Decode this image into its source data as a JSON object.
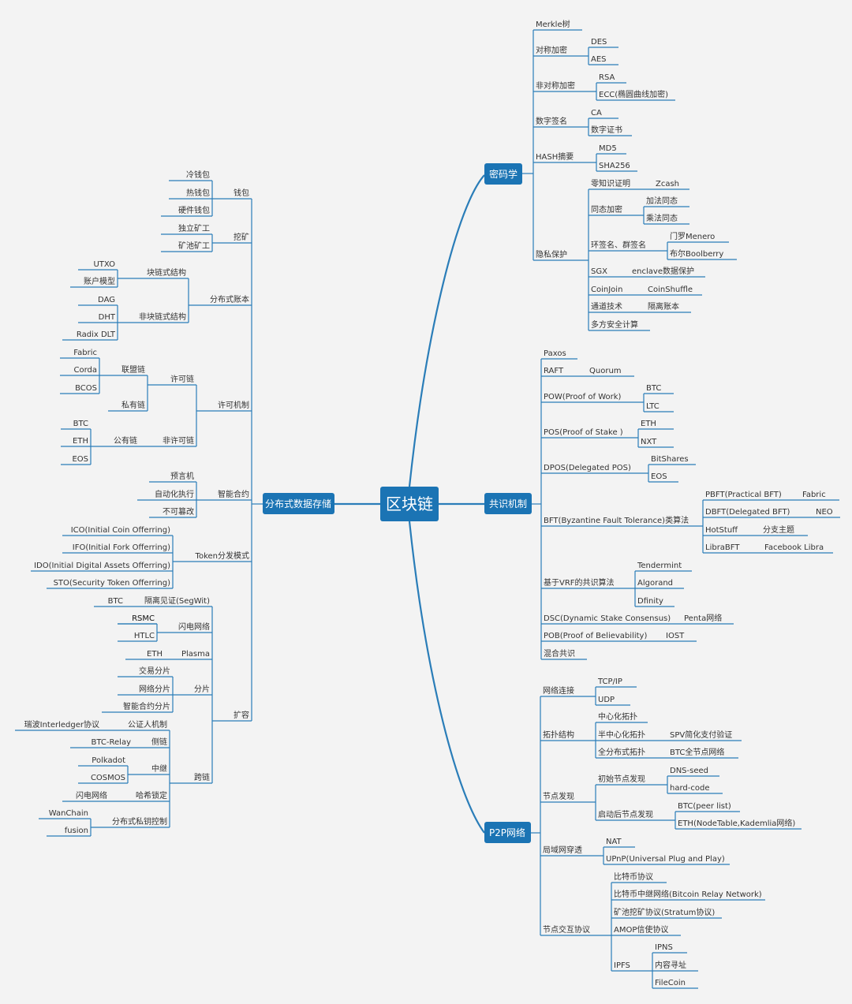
{
  "root": {
    "label": "区块链",
    "color": "#1b74b4"
  },
  "branch_color": "#1b74b4",
  "line_color": "#2a7db8",
  "main": [
    {
      "id": "crypto",
      "label": "密码学"
    },
    {
      "id": "consensus",
      "label": "共识机制"
    },
    {
      "id": "p2p",
      "label": "P2P网络"
    },
    {
      "id": "storage",
      "label": "分布式数据存储"
    }
  ],
  "crypto": [
    {
      "label": "Merkle树"
    },
    {
      "label": "对称加密",
      "children": [
        {
          "label": "DES"
        },
        {
          "label": "AES"
        }
      ]
    },
    {
      "label": "非对称加密",
      "children": [
        {
          "label": "RSA"
        },
        {
          "label": "ECC(椭圆曲线加密)"
        }
      ]
    },
    {
      "label": "数字签名",
      "children": [
        {
          "label": "CA"
        },
        {
          "label": "数字证书"
        }
      ]
    },
    {
      "label": "HASH摘要",
      "children": [
        {
          "label": "MD5"
        },
        {
          "label": "SHA256"
        }
      ]
    },
    {
      "label": "隐私保护",
      "children": [
        {
          "label": "零知识证明",
          "children": [
            {
              "label": "Zcash"
            }
          ]
        },
        {
          "label": "同态加密",
          "children": [
            {
              "label": "加法同态"
            },
            {
              "label": "乘法同态"
            }
          ]
        },
        {
          "label": "环签名、群签名",
          "children": [
            {
              "label": "门罗Menero"
            },
            {
              "label": "布尔Boolberry"
            }
          ]
        },
        {
          "label": "SGX",
          "children": [
            {
              "label": "enclave数据保护"
            }
          ]
        },
        {
          "label": "CoinJoin",
          "children": [
            {
              "label": "CoinShuffle"
            }
          ]
        },
        {
          "label": "通道技术",
          "children": [
            {
              "label": "隔离账本"
            }
          ]
        },
        {
          "label": "多方安全计算"
        }
      ]
    }
  ],
  "consensus": [
    {
      "label": "Paxos"
    },
    {
      "label": "RAFT",
      "children": [
        {
          "label": "Quorum"
        }
      ]
    },
    {
      "label": "POW(Proof of Work)",
      "children": [
        {
          "label": "BTC"
        },
        {
          "label": "LTC"
        }
      ]
    },
    {
      "label": "POS(Proof of Stake )",
      "children": [
        {
          "label": "ETH"
        },
        {
          "label": "NXT"
        }
      ]
    },
    {
      "label": "DPOS(Delegated POS)",
      "children": [
        {
          "label": "BitShares"
        },
        {
          "label": "EOS"
        }
      ]
    },
    {
      "label": "BFT(Byzantine Fault Tolerance)类算法",
      "children": [
        {
          "label": "PBFT(Practical BFT)",
          "children": [
            {
              "label": "Fabric"
            }
          ]
        },
        {
          "label": "DBFT(Delegated BFT)",
          "children": [
            {
              "label": "NEO"
            }
          ]
        },
        {
          "label": "HotStuff",
          "children": [
            {
              "label": "分支主题"
            }
          ]
        },
        {
          "label": "LibraBFT",
          "children": [
            {
              "label": "Facebook Libra"
            }
          ]
        }
      ]
    },
    {
      "label": "基于VRF的共识算法",
      "children": [
        {
          "label": "Tendermint"
        },
        {
          "label": "Algorand"
        },
        {
          "label": "Dfinity"
        }
      ]
    },
    {
      "label": "DSC(Dynamic Stake Consensus)",
      "children": [
        {
          "label": "Penta网络"
        }
      ]
    },
    {
      "label": "POB(Proof of Believability)",
      "children": [
        {
          "label": "IOST"
        }
      ]
    },
    {
      "label": "混合共识"
    }
  ],
  "p2p": [
    {
      "label": "网络连接",
      "children": [
        {
          "label": "TCP/IP"
        },
        {
          "label": "UDP"
        }
      ]
    },
    {
      "label": "拓扑结构",
      "children": [
        {
          "label": "中心化拓扑"
        },
        {
          "label": "半中心化拓扑",
          "children": [
            {
              "label": "SPV简化支付验证"
            }
          ]
        },
        {
          "label": "全分布式拓扑",
          "children": [
            {
              "label": "BTC全节点网络"
            }
          ]
        }
      ]
    },
    {
      "label": "节点发现",
      "children": [
        {
          "label": "初始节点发现",
          "children": [
            {
              "label": "DNS-seed"
            },
            {
              "label": "hard-code"
            }
          ]
        },
        {
          "label": "启动后节点发现",
          "children": [
            {
              "label": "BTC(peer list)"
            },
            {
              "label": "ETH(NodeTable,Kademlia网络)"
            }
          ]
        }
      ]
    },
    {
      "label": "局域网穿透",
      "children": [
        {
          "label": "NAT"
        },
        {
          "label": "UPnP(Universal Plug and Play)"
        }
      ]
    },
    {
      "label": "节点交互协议",
      "children": [
        {
          "label": "比特币协议"
        },
        {
          "label": "比特币中继网络(Bitcoin Relay Network)"
        },
        {
          "label": "矿池挖矿协议(Stratum协议)"
        },
        {
          "label": "AMOP信使协议"
        },
        {
          "label": "IPFS",
          "children": [
            {
              "label": "IPNS"
            },
            {
              "label": "内容寻址"
            },
            {
              "label": "FileCoin"
            }
          ]
        }
      ]
    }
  ],
  "storage": [
    {
      "label": "钱包",
      "children": [
        {
          "label": "冷钱包"
        },
        {
          "label": "热钱包"
        },
        {
          "label": "硬件钱包"
        }
      ]
    },
    {
      "label": "挖矿",
      "children": [
        {
          "label": "独立矿工"
        },
        {
          "label": "矿池矿工"
        }
      ]
    },
    {
      "label": "分布式账本",
      "children": [
        {
          "label": "块链式结构",
          "children": [
            {
              "label": "UTXO"
            },
            {
              "label": "账户模型"
            }
          ]
        },
        {
          "label": "非块链式结构",
          "children": [
            {
              "label": "DAG"
            },
            {
              "label": "DHT"
            },
            {
              "label": "Radix DLT"
            }
          ]
        }
      ]
    },
    {
      "label": "许可机制",
      "children": [
        {
          "label": "许可链",
          "children": [
            {
              "label": "联盟链",
              "children": [
                {
                  "label": "Fabric"
                },
                {
                  "label": "Corda"
                },
                {
                  "label": "BCOS"
                }
              ]
            },
            {
              "label": "私有链"
            }
          ]
        },
        {
          "label": "非许可链",
          "children": [
            {
              "label": "公有链",
              "children": [
                {
                  "label": "BTC"
                },
                {
                  "label": "ETH"
                },
                {
                  "label": "EOS"
                }
              ]
            }
          ]
        }
      ]
    },
    {
      "label": "智能合约",
      "children": [
        {
          "label": "预言机"
        },
        {
          "label": "自动化执行"
        },
        {
          "label": "不可篡改"
        }
      ]
    },
    {
      "label": "Token分发模式",
      "children": [
        {
          "label": "ICO(Initial Coin Offerring)"
        },
        {
          "label": "IFO(Initial Fork Offerring)"
        },
        {
          "label": "IDO(Initial Digital Assets Offerring)"
        },
        {
          "label": "STO(Security Token Offerring)"
        }
      ]
    },
    {
      "label": "扩容",
      "children": [
        {
          "label": "隔离见证(SegWit)",
          "children": [
            {
              "label": "BTC"
            }
          ]
        },
        {
          "label": "闪电网络",
          "children": [
            {
              "label": "RSMC"
            },
            {
              "label": "HTLC"
            }
          ]
        },
        {
          "label": "Plasma",
          "children": [
            {
              "label": "ETH"
            }
          ]
        },
        {
          "label": "分片",
          "children": [
            {
              "label": "交易分片"
            },
            {
              "label": "网络分片"
            },
            {
              "label": "智能合约分片"
            }
          ]
        },
        {
          "label": "跨链",
          "children": [
            {
              "label": "公证人机制",
              "children": [
                {
                  "label": "瑞波Interledger协议"
                }
              ]
            },
            {
              "label": "侧链",
              "children": [
                {
                  "label": "BTC-Relay"
                }
              ]
            },
            {
              "label": "中继",
              "children": [
                {
                  "label": "Polkadot"
                },
                {
                  "label": "COSMOS"
                }
              ]
            },
            {
              "label": "哈希锁定",
              "children": [
                {
                  "label": "闪电网络"
                }
              ]
            },
            {
              "label": "分布式私钥控制",
              "children": [
                {
                  "label": "WanChain"
                },
                {
                  "label": "fusion"
                }
              ]
            }
          ]
        }
      ]
    }
  ]
}
